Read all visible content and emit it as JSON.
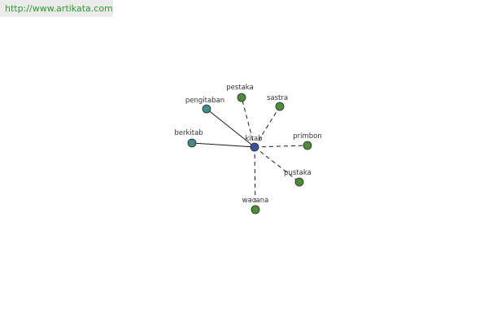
{
  "watermark": {
    "text": "http://www.artikata.com"
  },
  "graph": {
    "center": {
      "id": "kitab",
      "label": "kitab",
      "color": "#3e4f9a"
    },
    "nodes": [
      {
        "id": "pengitaban",
        "label": "pengitaban",
        "color": "#3d8c8a",
        "link": "solid"
      },
      {
        "id": "berkitab",
        "label": "berkitab",
        "color": "#3d8c8a",
        "link": "solid"
      },
      {
        "id": "pestaka",
        "label": "pestaka",
        "color": "#4e8c3a",
        "link": "dashed"
      },
      {
        "id": "sastra",
        "label": "sastra",
        "color": "#4e8c3a",
        "link": "dashed"
      },
      {
        "id": "primbon",
        "label": "primbon",
        "color": "#4e8c3a",
        "link": "dashed"
      },
      {
        "id": "pustaka",
        "label": "pustaka",
        "color": "#4e8c3a",
        "link": "dashed"
      },
      {
        "id": "wacana",
        "label": "wacana",
        "color": "#4e8c3a",
        "link": "dashed"
      }
    ]
  }
}
